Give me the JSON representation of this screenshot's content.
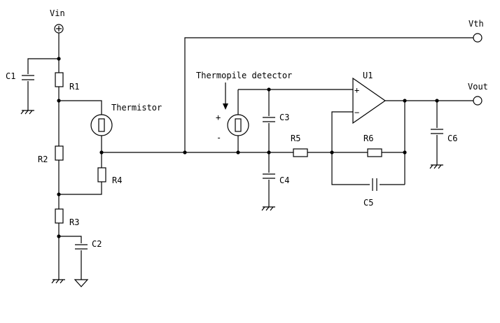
{
  "labels": {
    "vin": "Vin",
    "vth": "Vth",
    "vout": "Vout",
    "c1": "C1",
    "r1": "R1",
    "thermistor": "Thermistor",
    "r2": "R2",
    "r4": "R4",
    "r3": "R3",
    "c2": "C2",
    "thermopile": "Thermopile detector",
    "tp_plus": "+",
    "tp_minus": "-",
    "c3": "C3",
    "c4": "C4",
    "r5": "R5",
    "r6": "R6",
    "c5": "C5",
    "u1": "U1",
    "op_plus": "+",
    "op_minus": "−",
    "c6": "C6"
  }
}
